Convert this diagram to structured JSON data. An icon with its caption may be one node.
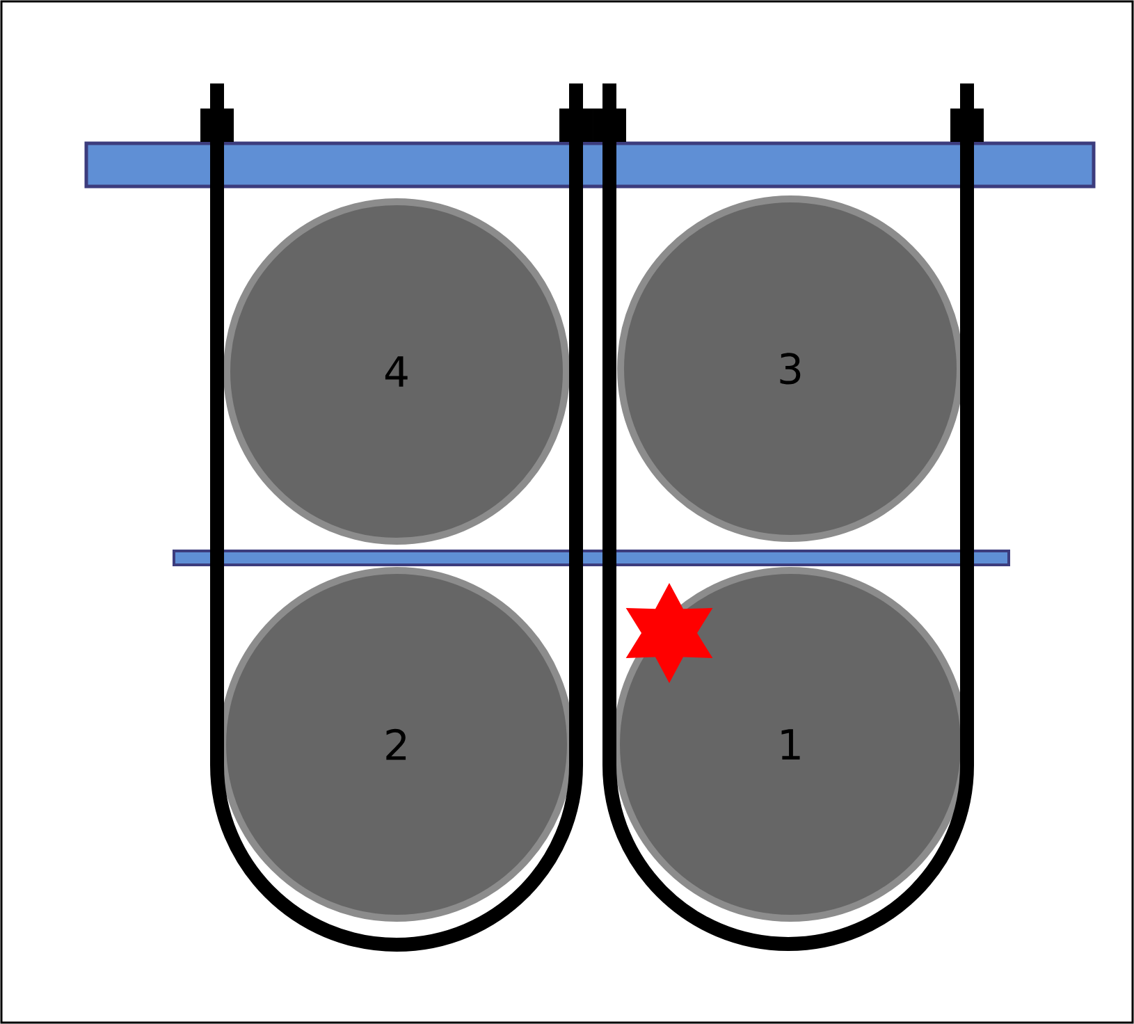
{
  "diagram": {
    "nodes": [
      {
        "text": [
          "4"
        ]
      },
      {
        "text": [
          "3"
        ]
      },
      {
        "text": [
          "2"
        ]
      },
      {
        "text": [
          "1"
        ]
      }
    ]
  }
}
